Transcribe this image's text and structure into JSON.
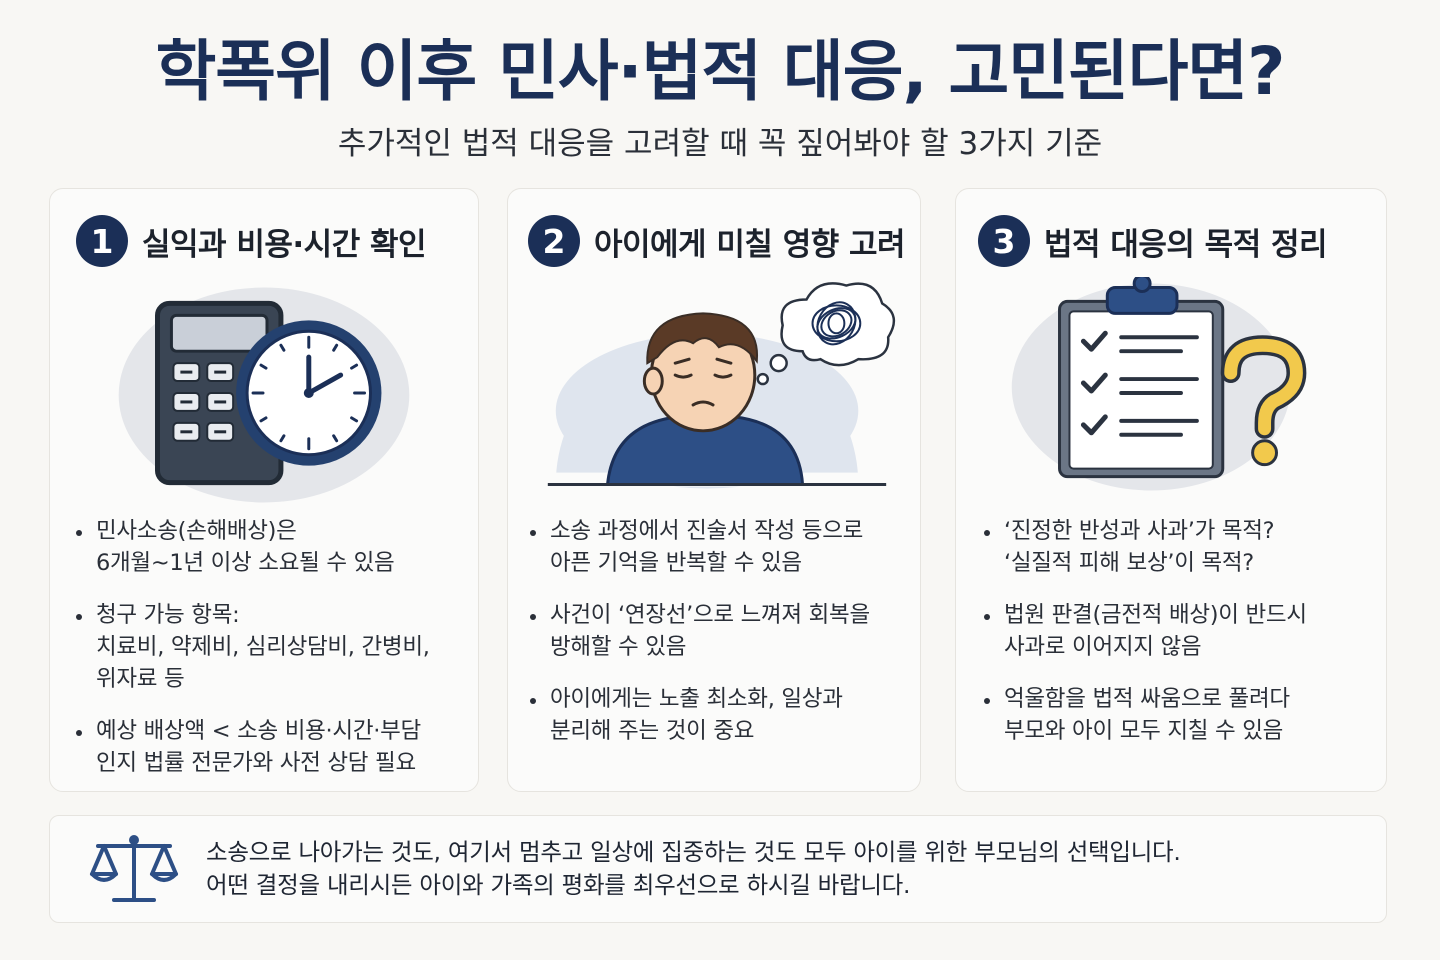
{
  "header": {
    "title": "학폭위 이후 민사·법적 대응, 고민된다면?",
    "subtitle": "추가적인 법적 대응을 고려할 때 꼭 짚어봐야 할 3가지 기준"
  },
  "cards": [
    {
      "number": "1",
      "title": "실익과 비용·시간 확인",
      "icon": "calculator-clock-icon",
      "bullets": [
        "민사소송(손해배상)은\n6개월~1년 이상 소요될 수 있음",
        "청구 가능 항목:\n치료비, 약제비, 심리상담비, 간병비,\n위자료 등",
        "예상 배상액 < 소송 비용·시간·부담\n인지 법률 전문가와 사전 상담 필요"
      ]
    },
    {
      "number": "2",
      "title": "아이에게 미칠 영향 고려",
      "icon": "worried-child-icon",
      "bullets": [
        "소송 과정에서 진술서 작성 등으로\n아픈 기억을 반복할 수 있음",
        "사건이 ‘연장선’으로 느껴져 회복을\n방해할 수 있음",
        "아이에게는 노출 최소화, 일상과\n분리해 주는 것이 중요"
      ]
    },
    {
      "number": "3",
      "title": "법적 대응의 목적 정리",
      "icon": "clipboard-question-icon",
      "bullets": [
        "‘진정한 반성과 사과’가 목적?\n‘실질적 피해 보상’이 목적?",
        "법원 판결(금전적 배상)이 반드시\n사과로 이어지지 않음",
        "억울함을 법적 싸움으로 풀려다\n부모와 아이 모두 지칠 수 있음"
      ]
    }
  ],
  "footer": {
    "icon": "scales-of-justice-icon",
    "line1": "소송으로 나아가는 것도, 여기서 멈추고 일상에 집중하는 것도 모두 아이를 위한 부모님의 선택입니다.",
    "line2": "어떤 결정을 내리시든 아이와 가족의 평화를 최우선으로 하시길 바랍니다."
  },
  "colors": {
    "navy": "#1b2f57",
    "background": "#f8f7f4",
    "accent_yellow": "#f2c94c",
    "illustration_bg": "#dfe5ee"
  }
}
